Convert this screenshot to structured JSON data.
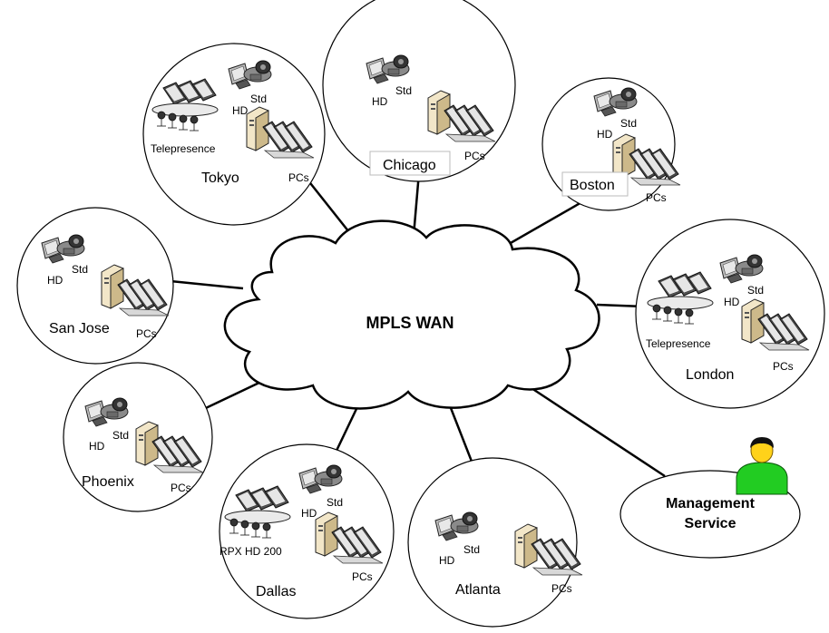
{
  "wan": {
    "label": "MPLS WAN"
  },
  "management": {
    "line1": "Management",
    "line2": "Service"
  },
  "labels": {
    "std": "Std",
    "hd": "HD",
    "pcs": "PCs",
    "telepresence": "Telepresence",
    "rpx": "RPX HD 200"
  },
  "sites": {
    "tokyo": "Tokyo",
    "chicago": "Chicago",
    "boston": "Boston",
    "sanjose": "San Jose",
    "london": "London",
    "phoenix": "Phoenix",
    "dallas": "Dallas",
    "atlanta": "Atlanta"
  },
  "colors": {
    "line": "#000000",
    "person": "#22cc22",
    "person_hair": "#111111",
    "device_light": "#e6e6e6",
    "device_dark": "#6a6a6a",
    "pc_tower": "#f2e6c8"
  },
  "icons": [
    "video-endpoint-icon",
    "pc-workstation-icon",
    "telepresence-room-icon",
    "user-icon",
    "cloud-icon"
  ]
}
